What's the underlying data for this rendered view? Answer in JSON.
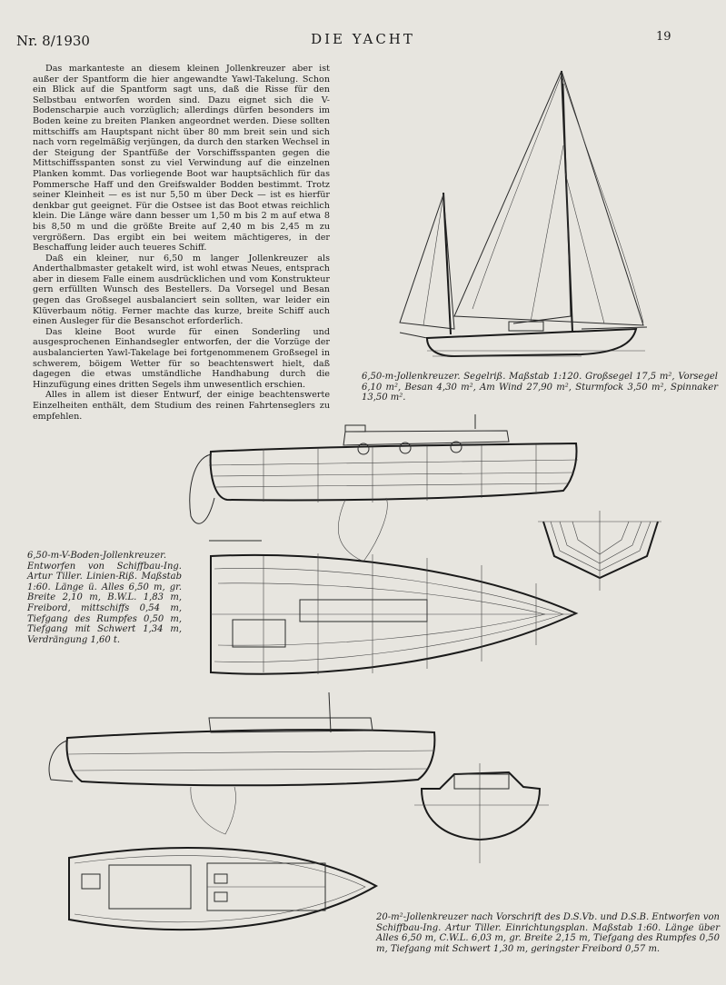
{
  "header": {
    "issue": "Nr. 8/1930",
    "title": "DIE YACHT",
    "page_number": "19"
  },
  "article": {
    "paragraphs": [
      "Das markanteste an diesem kleinen Jollenkreuzer aber ist außer der Spantform die hier angewandte Yawl-Takelung. Schon ein Blick auf die Spantform sagt uns, daß die Risse für den Selbstbau entworfen worden sind. Dazu eignet sich die V-Bodenscharpie auch vorzüglich; allerdings dürfen besonders im Boden keine zu breiten Planken angeordnet werden. Diese sollten mittschiffs am Hauptspant nicht über 80 mm breit sein und sich nach vorn regelmäßig verjüngen, da durch den starken Wechsel in der Steigung der Spantfüße der Vorschiffsspanten gegen die Mittschiffsspanten sonst zu viel Verwindung auf die einzelnen Planken kommt. Das vorliegende Boot war hauptsächlich für das Pommersche Haff und den Greifswalder Bodden bestimmt. Trotz seiner Kleinheit — es ist nur 5,50 m über Deck — ist es hierfür denkbar gut geeignet. Für die Ostsee ist das Boot etwas reichlich klein. Die Länge wäre dann besser um 1,50 m bis 2 m auf etwa 8 bis 8,50 m und die größte Breite auf 2,40 m bis 2,45 m zu vergrößern. Das ergibt ein bei weitem mächtigeres, in der Beschaffung leider auch teueres Schiff.",
      "Daß ein kleiner, nur 6,50 m langer Jollenkreuzer als Anderthalbmaster getakelt wird, ist wohl etwas Neues, entsprach aber in diesem Falle einem ausdrücklichen und vom Konstrukteur gern erfüllten Wunsch des Bestellers. Da Vorsegel und Besan gegen das Großsegel ausbalanciert sein sollten, war leider ein Klüverbaum nötig. Ferner machte das kurze, breite Schiff auch einen Ausleger für die Besanschot erforderlich.",
      "Das kleine Boot wurde für einen Sonderling und ausgesprochenen Einhandsegler entworfen, der die Vorzüge der ausbalancierten Yawl-Takelage bei fortgenommenem Großsegel in schwerem, böigem Wetter für so beachtenswert hielt, daß dagegen die etwas umständliche Handhabung durch die Hinzufügung eines dritten Segels ihm unwesentlich erschien.",
      "Alles in allem ist dieser Entwurf, der einige beachtenswerte Einzelheiten enthält, dem Studium des reinen Fahrtenseglers zu empfehlen."
    ]
  },
  "captions": {
    "sail_plan": "6,50-m-Jollenkreuzer. Segelriß. Maßstab 1:120. Großsegel 17,5 m², Vorsegel 6,10 m², Besan 4,30 m², Am Wind 27,90 m², Sturmfock 3,50 m², Spinnaker 13,50 m².",
    "lines_plan": "6,50-m-V-Boden-Jollenkreuzer. Entworfen von Schiffbau-Ing. Artur Tiller. Linien-Riß. Maßstab 1:60. Länge ü. Alles 6,50 m, gr. Breite 2,10 m, B.W.L. 1,83 m, Freibord, mittschiffs 0,54 m, Tiefgang des Rumpfes 0,50 m, Tiefgang mit Schwert 1,34 m, Verdrängung 1,60 t.",
    "accommodation_plan": "20-m²-Jollenkreuzer nach Vorschrift des D.S.Vb. und D.S.B. Entworfen von Schiffbau-Ing. Artur Tiller. Einrichtungsplan. Maßstab 1:60. Länge über Alles 6,50 m, C.W.L. 6,03 m, gr. Breite 2,15 m, Tiefgang des Rumpfes 0,50 m, Tiefgang mit Schwert 1,30 m, geringster Freibord 0,57 m."
  }
}
